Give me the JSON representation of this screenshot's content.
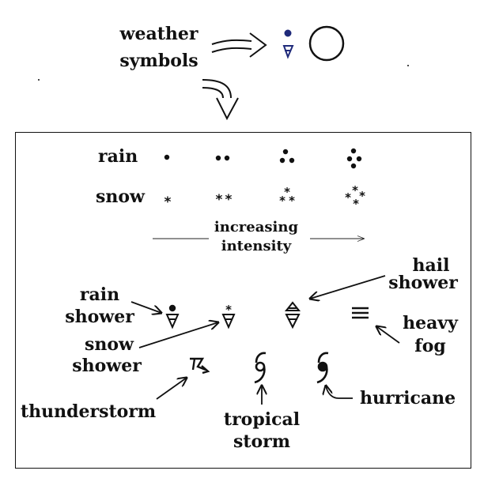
{
  "header": {
    "line1": "weather",
    "line2": "symbols"
  },
  "rows": {
    "rain_label": "rain",
    "snow_label": "snow"
  },
  "intensity": {
    "line1": "increasing",
    "line2": "intensity"
  },
  "labels": {
    "rain_shower_1": "rain",
    "rain_shower_2": "shower",
    "snow_shower_1": "snow",
    "snow_shower_2": "shower",
    "hail_shower_1": "hail",
    "hail_shower_2": "shower",
    "heavy_fog_1": "heavy",
    "heavy_fog_2": "fog",
    "thunderstorm": "thunderstorm",
    "tropical_storm_1": "tropical",
    "tropical_storm_2": "storm",
    "hurricane": "hurricane"
  },
  "colors": {
    "ink": "#111111",
    "example_symbol": "#1f2a7a"
  }
}
